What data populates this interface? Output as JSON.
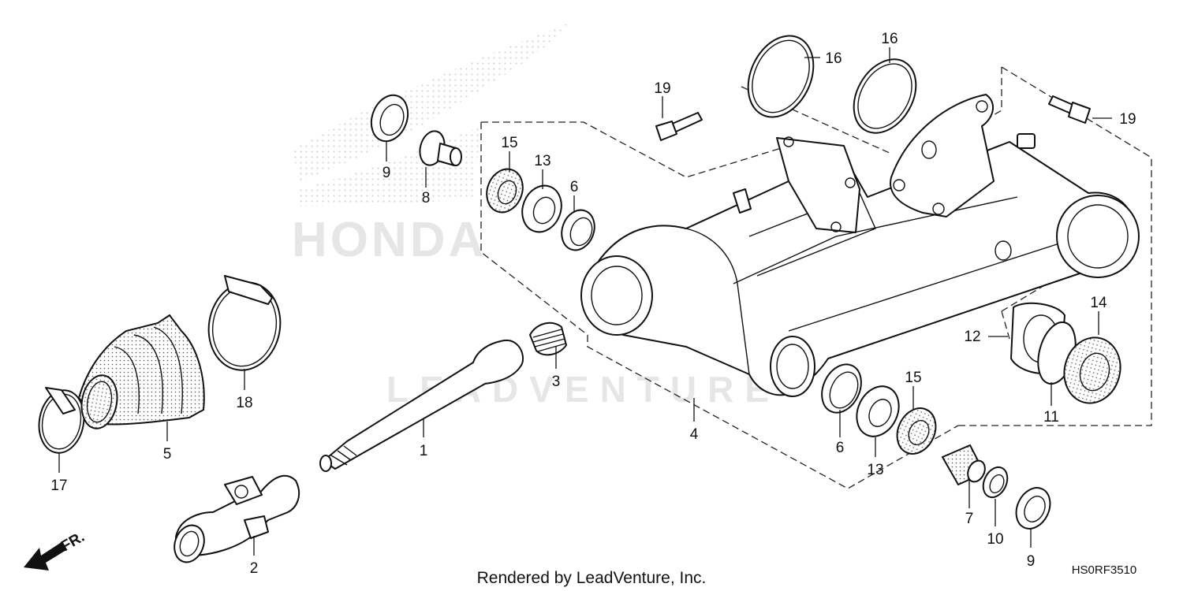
{
  "diagram": {
    "footer": "Rendered by LeadVenture, Inc.",
    "diagram_code": "HS0RF3510",
    "direction_label": "FR.",
    "watermark_logo": "HONDA",
    "watermark_text": "LEADVENTURE",
    "callouts": {
      "c1": "1",
      "c2": "2",
      "c3": "3",
      "c4": "4",
      "c5": "5",
      "c6a": "6",
      "c6b": "6",
      "c7": "7",
      "c8": "8",
      "c9a": "9",
      "c9b": "9",
      "c10": "10",
      "c11": "11",
      "c12": "12",
      "c13a": "13",
      "c13b": "13",
      "c14": "14",
      "c15a": "15",
      "c15b": "15",
      "c16a": "16",
      "c16b": "16",
      "c17": "17",
      "c18": "18",
      "c19a": "19",
      "c19b": "19"
    }
  }
}
